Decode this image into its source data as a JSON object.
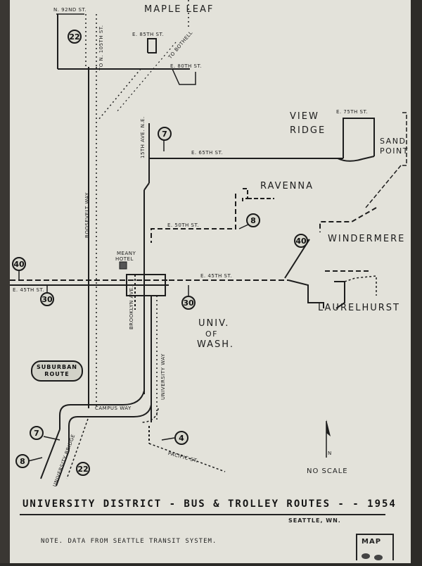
{
  "title": "UNIVERSITY DISTRICT - BUS & TROLLEY ROUTES - - 1954",
  "subtitle": "SEATTLE, WN.",
  "note": "NOTE. DATA FROM SEATTLE TRANSIT SYSTEM.",
  "map_tab": "MAP",
  "scale_note": "NO SCALE",
  "north_label": "N",
  "areas": {
    "maple_leaf": "MAPLE LEAF",
    "view_ridge_1": "VIEW",
    "view_ridge_2": "RIDGE",
    "sand_point_1": "SAND",
    "sand_point_2": "POINT",
    "ravenna": "RAVENNA",
    "windermere": "WINDERMERE",
    "laurelhurst": "LAURELHURST",
    "univ_1": "UNIV.",
    "univ_2": "OF",
    "univ_3": "WASH."
  },
  "streets": {
    "n92": "N. 92ND ST.",
    "e85": "E. 85TH ST.",
    "e80": "E. 80TH ST.",
    "e75": "E. 75TH ST.",
    "e65": "E. 65TH ST.",
    "e50": "E. 50TH ST.",
    "e45": "E. 45TH ST.",
    "e45_left": "E. 45TH ST.",
    "n105": "TO N. 105TH ST.",
    "bothell": "TO BOTHELL",
    "ave15": "15TH AVE. N.E.",
    "roosevelt": "ROOSEVELT WAY",
    "brooklyn": "BROOKLYN AVE.",
    "university_way": "UNIVERSITY WAY",
    "campus_way": "CAMPUS WAY",
    "pacific": "PACIFIC ST.",
    "univ_bridge": "UNIVERSITY BRIDGE",
    "hotel_1": "MEANY",
    "hotel_2": "HOTEL"
  },
  "routes": {
    "r22_top": "22",
    "r7_top": "7",
    "r8_top": "8",
    "r40_right": "40",
    "r40_left": "40",
    "r30_left": "30",
    "r30_mid": "30",
    "r7_bottom": "7",
    "r8_bottom": "8",
    "r22_bottom": "22",
    "r4": "4",
    "suburban_1": "SUBURBAN",
    "suburban_2": "ROUTE"
  }
}
